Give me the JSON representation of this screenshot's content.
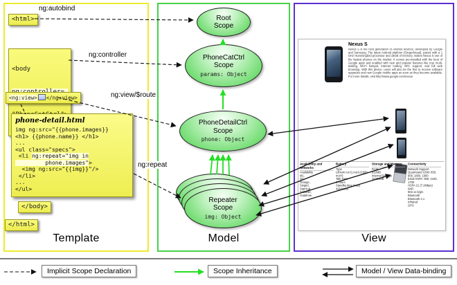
{
  "colors": {
    "template_border": "#ecec2e",
    "model_border": "#47d247",
    "view_border": "#5b2fd0",
    "scope_fill": "#6cdb6c",
    "note_fill": "#f6f65f",
    "inheritance_arrow": "#23df23",
    "declaration_arrow": "#111111",
    "databinding_arrow": "#111111"
  },
  "template_panel": {
    "label": "Template",
    "html_open_tag": "<html>",
    "body_open_tag": {
      "line1": "<body",
      "line2": "ng:controller=",
      "line3": "\"PhoneCatCtrl\">"
    },
    "ng_view_tag": {
      "open": "<ng:view>",
      "close": "</ng:view>"
    },
    "body_close_tag": "</body>",
    "html_close_tag": "</html>",
    "code_note": {
      "title": "phone-detail.html",
      "code_before": "img ng:src=\"{{phone.images}}\n<h1> {{phone.name}} </h1>\n...\n<ul class=\"specs\">\n <li ",
      "code_highlight": "ng:repeat=\"img in\n         phone.images\"",
      "code_after": ">\n  <img ng:src=\"{{img}}\"/>\n </li>\n...\n</ul>"
    }
  },
  "arrow_labels": {
    "autobind": "ng:autobind",
    "controller": "ng:controller",
    "view_route": "ng:view/$route",
    "repeat": "ng:repeat"
  },
  "model_panel": {
    "label": "Model",
    "root_scope": {
      "name": "Root\nScope"
    },
    "phonecat_scope": {
      "name": "PhoneCatCtrl\nScope",
      "binding": "params: Object"
    },
    "phonedetail_scope": {
      "name": "PhoneDetailCtrl\nScope",
      "binding": "phone: Object"
    },
    "repeater_scope": {
      "name": "Repeater\nScope",
      "binding": "img: Object"
    }
  },
  "view_panel": {
    "label": "View",
    "page": {
      "title": "Nexus S",
      "description": "Nexus S is the next generation of Android devices, developed by Google and Samsung. The latest Android platform (Gingerbread), paired with a 1 GHz Hummingbird processor and 16GB of memory, makes Nexus S one of the fastest phones on the market. It comes pre-installed with the best of Google apps and enabled with new and popular features like true multi-tasking, Wi-Fi hotspot, Internet Calling, NFC support, and full web browsing. With this device, users will also be the first to receive software upgrades and new Google mobile apps as soon as they become available. For more details, visit http://www.google.com/nexus.",
      "specs": {
        "availability": {
          "header": "Availability and Networks",
          "body": "Availability\nM1,\nO2,\nOrange,\nSingtel,\nStarHub,\nT-Mobile,\nVodafone"
        },
        "battery": {
          "header": "Battery",
          "body": "Type\nLithium Ion (Li-Ion) (1500 mAH)\nTalk Time\n6 hours\nStandby time (max)\n428 hours"
        },
        "storage": {
          "header": "Storage and Memory",
          "body": "RAM\n512MB\nInternal Storage\n16384MB"
        },
        "connectivity": {
          "header": "Connectivity",
          "body": "Network Support\nQuad-band GSM: 850, 900, 1800, 1900\nband HSPA: 900, 2100, 1700\nHSPA 21 (7.2Mbps)\nWiFi\n802.11 b/g/n\nBluetooth\nBluetooth 2.1\nInfrared\nGPS"
        }
      }
    }
  },
  "legend": {
    "implicit_label": "Implicit Scope Declaration",
    "inheritance_label": "Scope Inheritance",
    "databinding_label": "Model / View Data-binding"
  }
}
